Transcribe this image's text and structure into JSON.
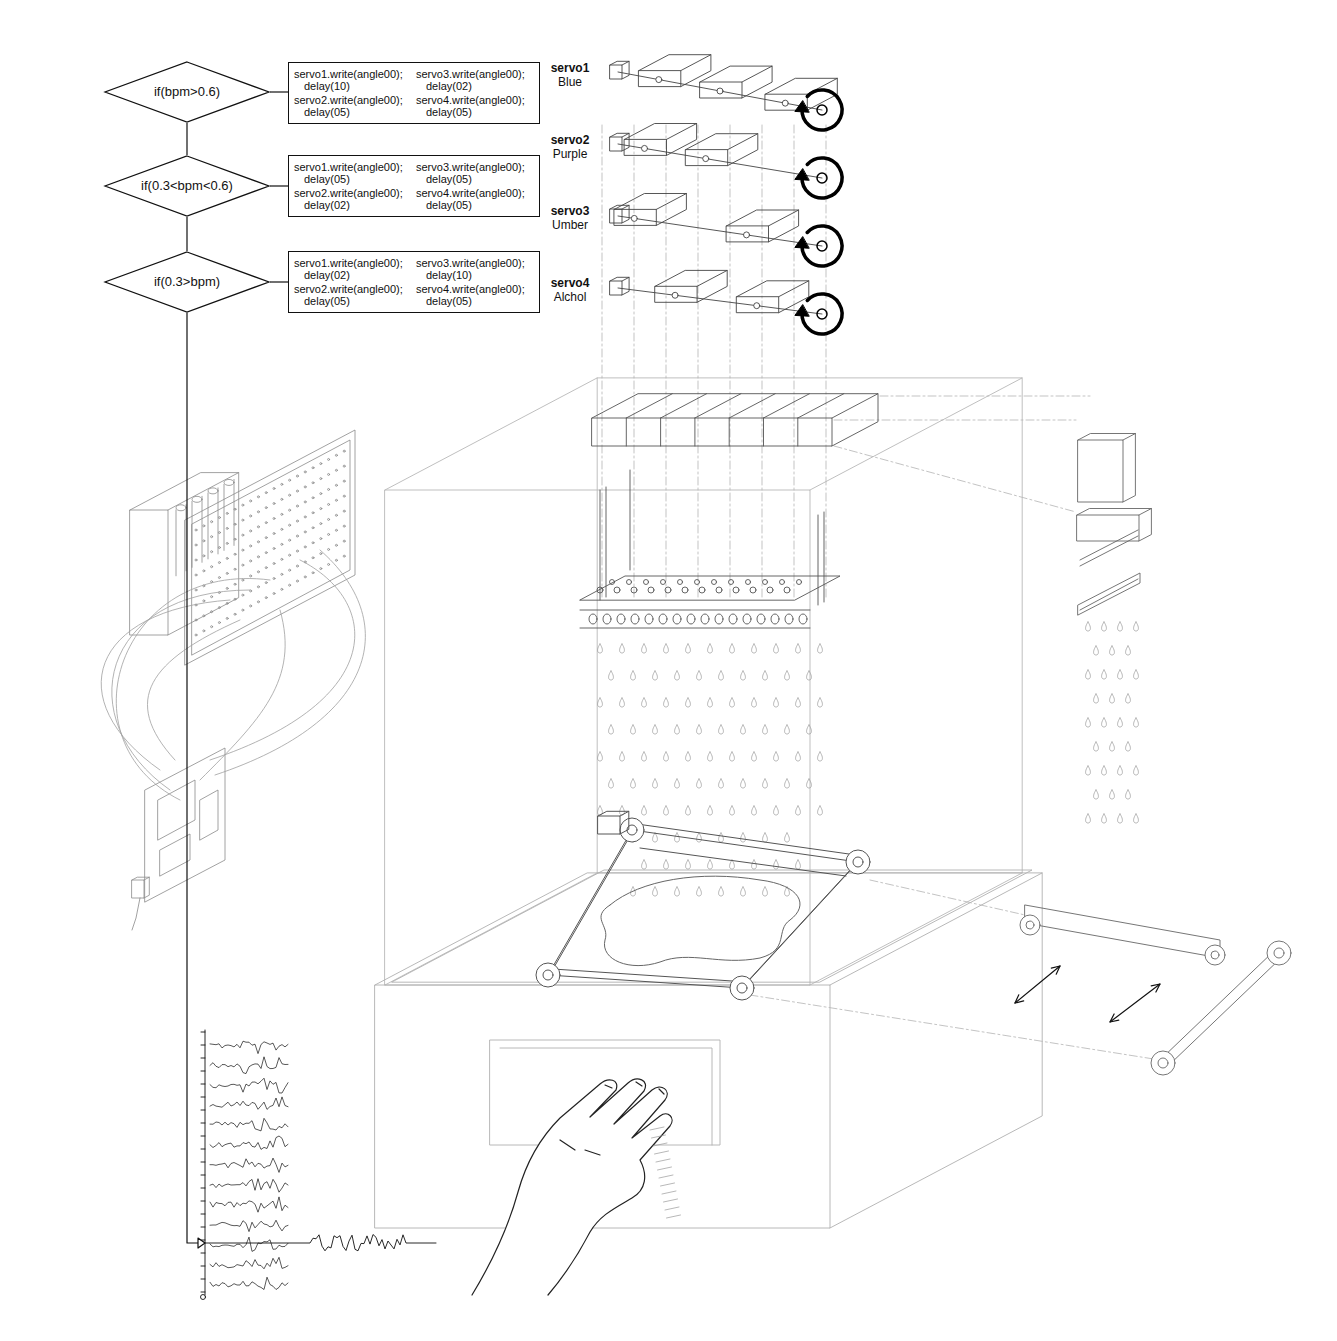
{
  "diagram": {
    "nodes": [
      {
        "text": [
          "if(bpm>0.6)"
        ]
      },
      {
        "text": [
          "servo1.write(angle00); delay(10)",
          "servo3.write(angle00); delay(02)",
          "servo2.write(angle00); delay(05)",
          "servo4.write(angle00); delay(05)"
        ]
      },
      {
        "text": [
          "if(0.3<bpm<0.6)"
        ]
      },
      {
        "text": [
          "servo1.write(angle00); delay(05)",
          "servo3.write(angle00); delay(05)",
          "servo2.write(angle00); delay(02)",
          "servo4.write(angle00); delay(05)"
        ]
      },
      {
        "text": [
          "if(0.3>bpm)"
        ]
      },
      {
        "text": [
          "servo1.write(angle00); delay(02)",
          "servo3.write(angle00); delay(10)",
          "servo2.write(angle00); delay(05)",
          "servo4.write(angle00); delay(05)"
        ]
      }
    ],
    "edges": [
      {
        "from": 0,
        "to": 1,
        "arrow": "none"
      },
      {
        "from": 0,
        "to": 2,
        "arrow": "none"
      },
      {
        "from": 2,
        "to": 3,
        "arrow": "none"
      },
      {
        "from": 2,
        "to": 4,
        "arrow": "none"
      },
      {
        "from": 4,
        "to": 5,
        "arrow": "none"
      }
    ],
    "labels": [
      "servo1",
      "Blue",
      "servo2",
      "Purple",
      "servo3",
      "Umber",
      "servo4",
      "Alchol"
    ]
  }
}
